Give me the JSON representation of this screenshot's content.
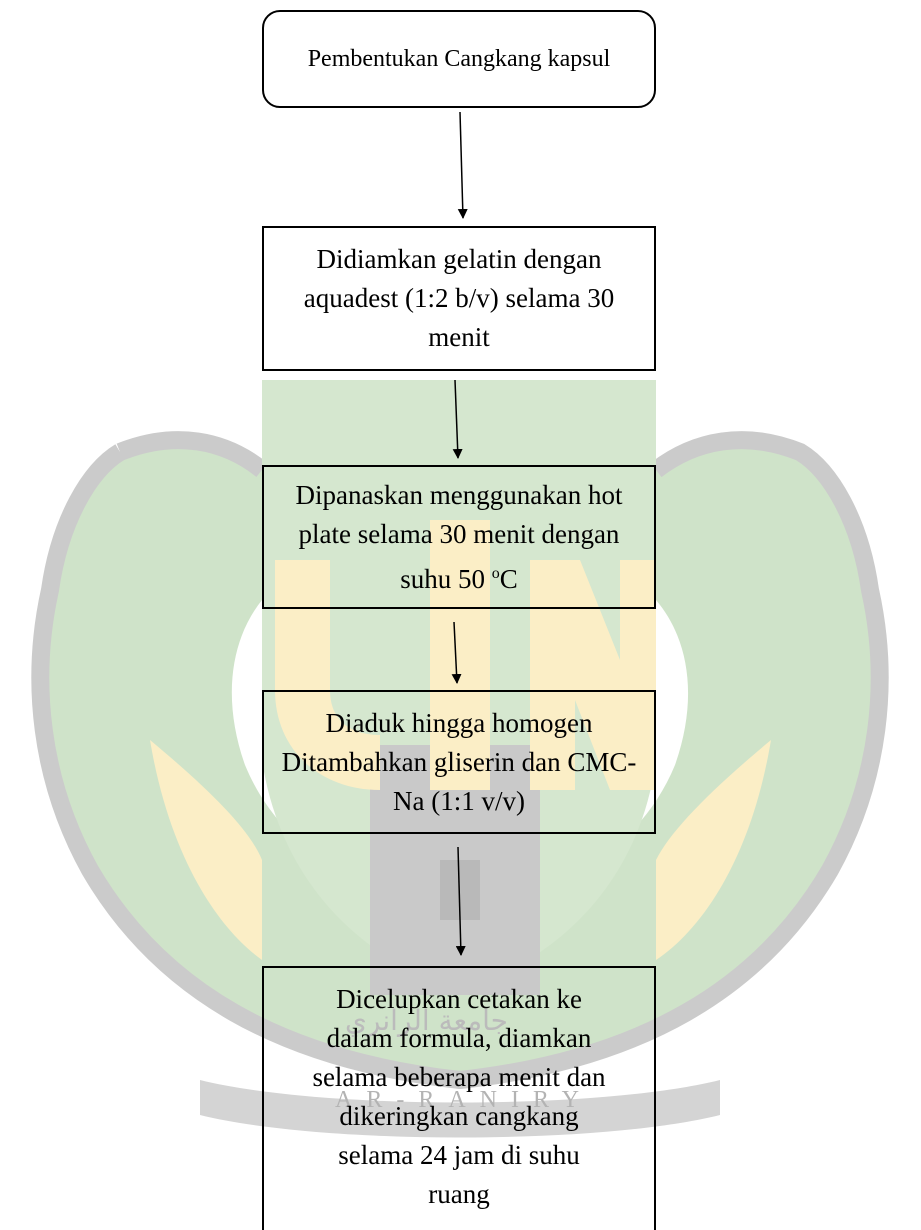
{
  "watermark": {
    "text": "AR-RANIRY",
    "arabic_text": "جامعة الرانري",
    "colors": {
      "green": "#cfe3c9",
      "gray": "#cbcbcb",
      "yellow": "#fbeec6"
    }
  },
  "flowchart": {
    "nodes": [
      {
        "id": "start",
        "lines": [
          "Pembentukan Cangkang kapsul"
        ]
      },
      {
        "id": "step1",
        "lines": [
          "Didiamkan gelatin dengan aquadest (1:2 b/v) selama 30 menit"
        ]
      },
      {
        "id": "step2",
        "lines": [
          "Dipanaskan menggunakan hot plate selama 30 menit dengan suhu 50 ",
          "o",
          "C"
        ]
      },
      {
        "id": "step3",
        "lines": [
          "Diaduk hingga homogen",
          "Ditambahkan gliserin dan CMC-Na (1:1 v/v)"
        ]
      },
      {
        "id": "step4",
        "lines": [
          "Dicelupkan cetakan ke",
          "dalam formula, diamkan",
          "selama beberapa menit dan",
          "dikeringkan cangkang",
          "selama 24 jam di suhu",
          "ruang"
        ]
      }
    ],
    "edges": [
      {
        "from": "start",
        "to": "step1"
      },
      {
        "from": "step1",
        "to": "step2"
      },
      {
        "from": "step2",
        "to": "step3"
      },
      {
        "from": "step3",
        "to": "step4"
      }
    ]
  }
}
